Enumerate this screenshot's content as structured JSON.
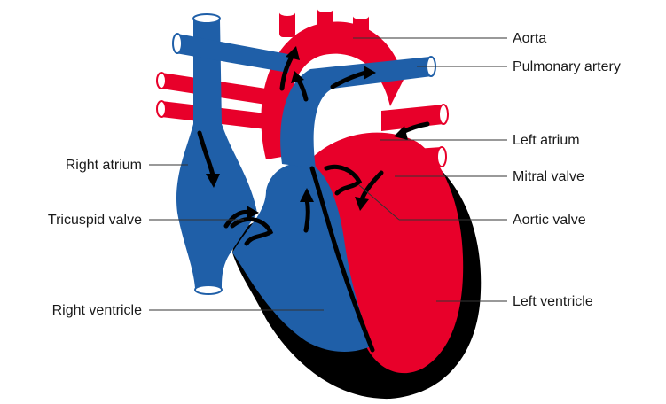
{
  "labels": {
    "aorta": "Aorta",
    "pulmonary_artery": "Pulmonary artery",
    "left_atrium": "Left atrium",
    "mitral_valve": "Mitral valve",
    "aortic_valve": "Aortic valve",
    "left_ventricle": "Left ventricle",
    "right_atrium": "Right atrium",
    "tricuspid_valve": "Tricuspid valve",
    "right_ventricle": "Right ventricle"
  },
  "colors": {
    "oxygenated": "#e8002a",
    "deoxygenated": "#1f5fa8",
    "outline": "#000000",
    "vessel_end": "#ffffff"
  }
}
